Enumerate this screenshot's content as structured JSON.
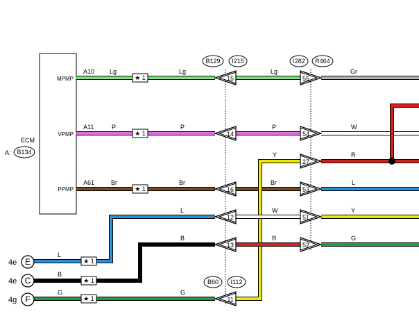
{
  "ecm": {
    "title": "ECM",
    "prefix": "A:",
    "connector": "B134",
    "pins": [
      {
        "name": "MPMP",
        "pin": "A10"
      },
      {
        "name": "VPMP",
        "pin": "A11"
      },
      {
        "name": "PPMP",
        "pin": "A61"
      }
    ]
  },
  "splice_label": "★ 1",
  "connector_tags": {
    "left_top": [
      "B129",
      "I215"
    ],
    "right_top": [
      "I282",
      "R464"
    ],
    "left_bottom": [
      "B60",
      "I112"
    ]
  },
  "left_terminals": [
    "15",
    "14",
    "16",
    "12",
    "13",
    "11"
  ],
  "right_terminals": [
    "55",
    "54",
    "27",
    "53",
    "51",
    "52"
  ],
  "wire_labels": {
    "mpmp_1": "Lg",
    "mpmp_2": "Lg",
    "mpmp_3": "Lg",
    "mpmp_4": "Gr",
    "vpmp_1": "P",
    "vpmp_2": "P",
    "vpmp_3": "P",
    "vpmp_4": "W",
    "ppmp_1": "Br",
    "ppmp_2": "Br",
    "ppmp_3": "Br",
    "ppmp_4": "L",
    "w27_in": "Y",
    "w27_out": "R",
    "w12_in": "L",
    "w12_mid": "W",
    "w12_out": "Y",
    "w13_in": "B",
    "w13_mid": "R",
    "w13_out": "G",
    "e_wire": "L",
    "c_wire": "B",
    "f_wire": "G",
    "w11_in": "G"
  },
  "bottom_connectors": [
    {
      "ref": "4e",
      "letter": "E"
    },
    {
      "ref": "4e",
      "letter": "C"
    },
    {
      "ref": "4g",
      "letter": "F"
    }
  ],
  "colors": {
    "light_green": "#80e080",
    "pink": "#e070e0",
    "brown": "#7a4a1e",
    "gray": "#b5b5b5",
    "blue": "#2c8fd8",
    "yellow": "#f0e800",
    "red": "#d42020",
    "green": "#1f9d45",
    "black": "#000000"
  }
}
